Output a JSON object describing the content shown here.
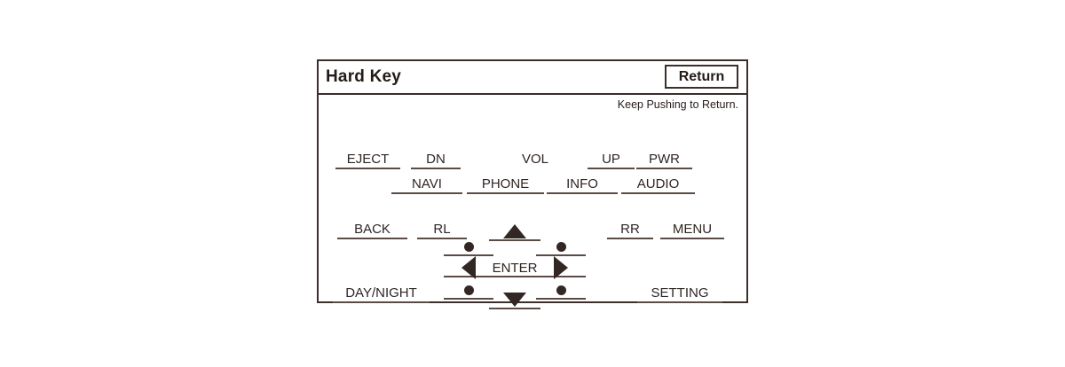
{
  "panel": {
    "title": "Hard Key",
    "return_label": "Return",
    "hint": "Keep Pushing to Return.",
    "border_color": "#3b2f2c",
    "text_color": "#231b18",
    "underline_color": "#5a4b46",
    "glyph_color": "#332724",
    "background": "#ffffff"
  },
  "keys": {
    "row1": [
      {
        "label": "EJECT",
        "underlined": true
      },
      {
        "label": "DN",
        "underlined": true
      },
      {
        "label": "VOL",
        "underlined": false
      },
      {
        "label": "UP",
        "underlined": true
      },
      {
        "label": "PWR",
        "underlined": true
      }
    ],
    "row2": [
      {
        "label": "NAVI",
        "underlined": true
      },
      {
        "label": "PHONE",
        "underlined": true
      },
      {
        "label": "INFO",
        "underlined": true
      },
      {
        "label": "AUDIO",
        "underlined": true
      }
    ],
    "row3": [
      {
        "label": "BACK",
        "underlined": true
      },
      {
        "label": "RL",
        "underlined": true
      },
      {
        "label": "RR",
        "underlined": true
      },
      {
        "label": "MENU",
        "underlined": true
      }
    ],
    "row4": [
      {
        "label": "DAY/NIGHT",
        "underlined": true
      },
      {
        "label": "SETTING",
        "underlined": true
      }
    ]
  },
  "dpad": {
    "enter_label": "ENTER",
    "glyphs": {
      "up": "triangle-up",
      "down": "triangle-down",
      "left": "triangle-left",
      "right": "triangle-right",
      "corner": "dot"
    }
  }
}
